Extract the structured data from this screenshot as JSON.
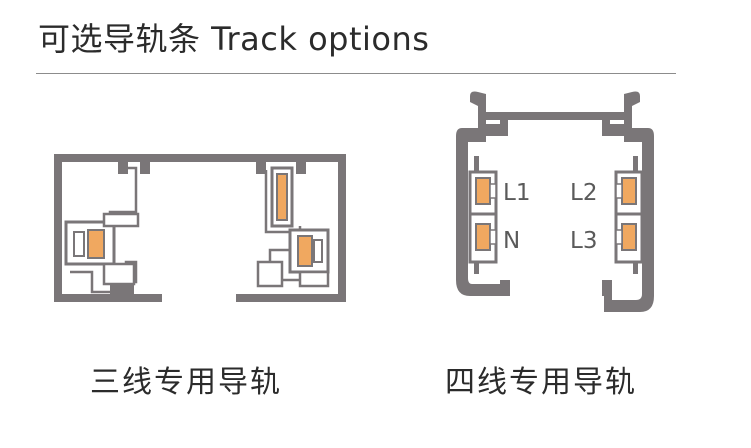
{
  "header": {
    "title": "可选导轨条 Track options"
  },
  "three_wire_track": {
    "caption": "三线专用导轨"
  },
  "four_wire_track": {
    "caption": "四线专用导轨",
    "labels": [
      "L1",
      "N",
      "L2",
      "L3"
    ]
  },
  "colors": {
    "profile": "#7a7678",
    "conductor": "#f0a860",
    "insulator": "#ffffff",
    "text": "#2b2b2b"
  }
}
